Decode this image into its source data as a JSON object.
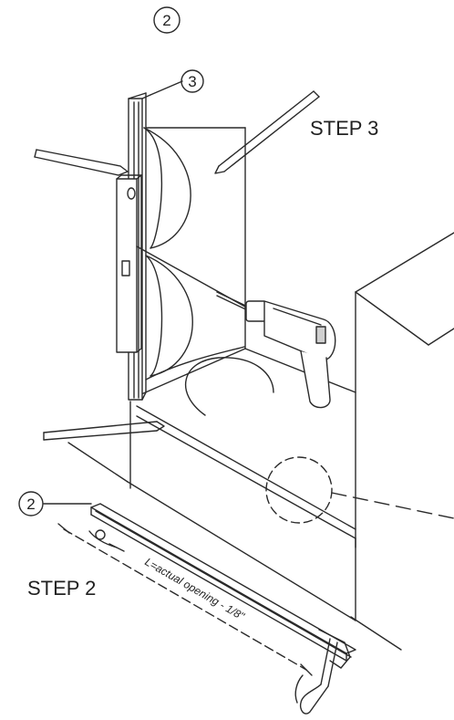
{
  "labels": {
    "callout_top": "2",
    "callout_rail": "3",
    "callout_track": "2",
    "step3": "STEP 3",
    "step2": "STEP 2",
    "dimension": "L=actual opening - 1/8\""
  }
}
